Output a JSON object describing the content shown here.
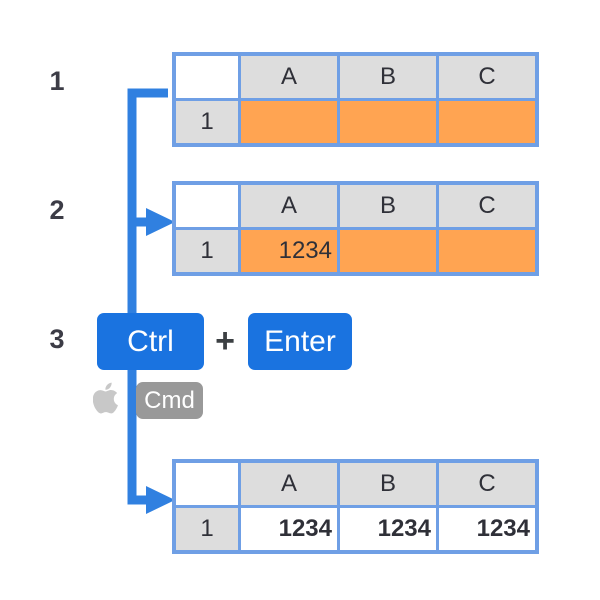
{
  "theme": {
    "grid_border": "#6f9fe5",
    "header_fill": "#dddddd",
    "cell_fill": "#ffffff",
    "highlight_fill": "#ffa452",
    "key_blue": "#1a73e0",
    "connector_blue": "#3080e0",
    "text_dark": "#2f3038",
    "step_text": "#3c3c46",
    "cmd_gray": "#999999",
    "apple_gray": "#c8c8c8"
  },
  "steps": [
    {
      "number": "1"
    },
    {
      "number": "2"
    },
    {
      "number": "3"
    }
  ],
  "tables": [
    {
      "id": "table-step-1",
      "corner_label": "",
      "column_headers": [
        "A",
        "B",
        "C"
      ],
      "row_header": "1",
      "cells": [
        {
          "value": "",
          "highlighted": true,
          "bold": false
        },
        {
          "value": "",
          "highlighted": true,
          "bold": false
        },
        {
          "value": "",
          "highlighted": true,
          "bold": false
        }
      ]
    },
    {
      "id": "table-step-2",
      "corner_label": "",
      "column_headers": [
        "A",
        "B",
        "C"
      ],
      "row_header": "1",
      "cells": [
        {
          "value": "1234",
          "highlighted": true,
          "bold": false
        },
        {
          "value": "",
          "highlighted": true,
          "bold": false
        },
        {
          "value": "",
          "highlighted": true,
          "bold": false
        }
      ]
    },
    {
      "id": "table-step-3",
      "corner_label": "",
      "column_headers": [
        "A",
        "B",
        "C"
      ],
      "row_header": "1",
      "cells": [
        {
          "value": "1234",
          "highlighted": false,
          "bold": true
        },
        {
          "value": "1234",
          "highlighted": false,
          "bold": true
        },
        {
          "value": "1234",
          "highlighted": false,
          "bold": true
        }
      ]
    }
  ],
  "shortcut": {
    "primary_key": "Ctrl",
    "separator": "+",
    "secondary_key": "Enter",
    "mac_platform_icon": "apple-logo-icon",
    "mac_key": "Cmd"
  }
}
